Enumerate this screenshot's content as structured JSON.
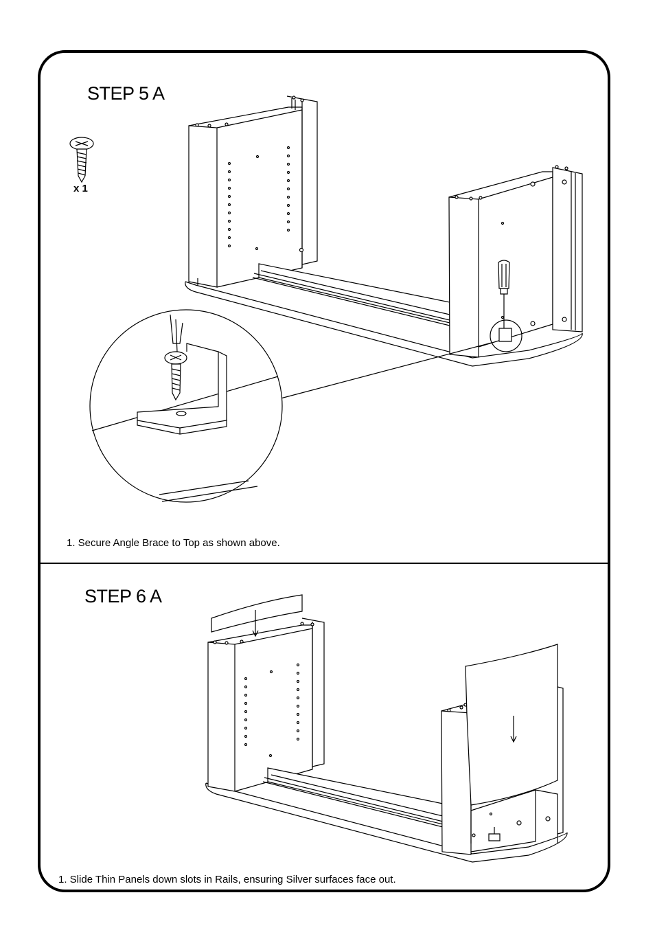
{
  "step5": {
    "title": "STEP 5 A",
    "hardware_quantity": "x 1",
    "hardware_icon": "screw-icon",
    "instruction": "1. Secure Angle Brace to Top as shown above."
  },
  "step6": {
    "title": "STEP 6 A",
    "instruction": "1. Slide Thin Panels down slots in Rails, ensuring Silver surfaces face out."
  }
}
